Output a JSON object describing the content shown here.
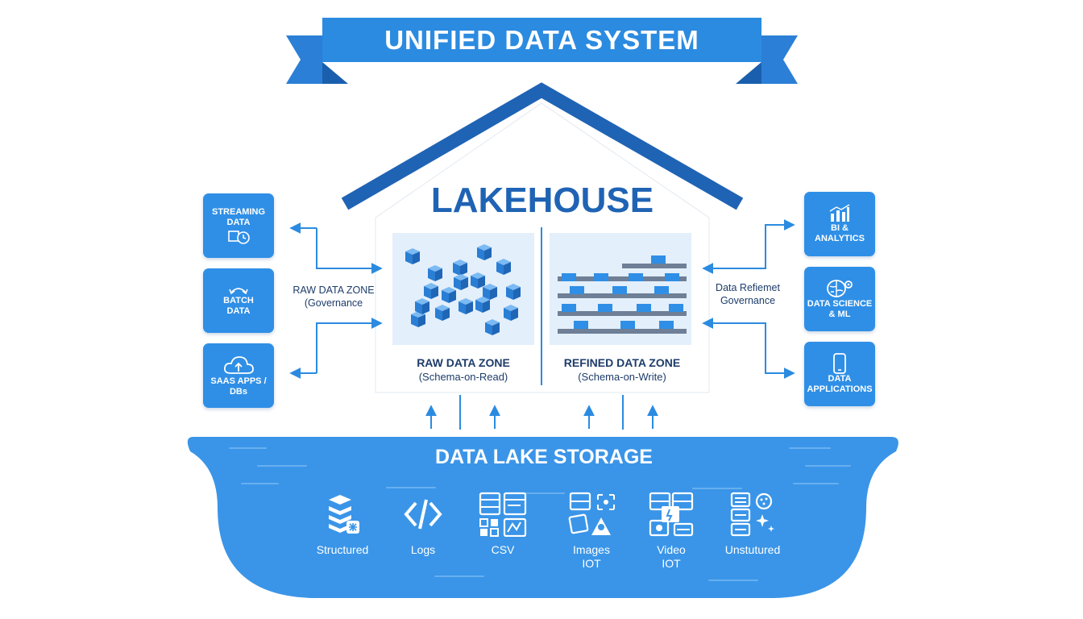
{
  "banner": {
    "title": "UNIFIED DATA SYSTEM"
  },
  "lakehouse": {
    "title": "LAKEHOUSE",
    "raw_zone": {
      "title": "RAW DATA ZONE",
      "subtitle": "(Schema-on-Read)"
    },
    "refined_zone": {
      "title": "REFINED DATA ZONE",
      "subtitle": "(Schema-on-Write)"
    }
  },
  "left_annotation": {
    "line1": "RAW DATA ZONE",
    "line2": "(Governance"
  },
  "right_annotation": {
    "line1": "Data Refiemet",
    "line2": "Governance"
  },
  "sources": [
    {
      "line1": "STREAMING",
      "line2": "DATA",
      "icon": "streaming-clock-icon"
    },
    {
      "line1": "BATCH",
      "line2": "DATA",
      "icon": "batch-cycle-icon"
    },
    {
      "line1": "SAAS APPS /",
      "line2": "DBs",
      "icon": "cloud-upload-icon"
    }
  ],
  "consumers": [
    {
      "line1": "BI &",
      "line2": "ANALYTICS",
      "icon": "bar-chart-icon"
    },
    {
      "line1": "DATA SCIENCE",
      "line2": "& ML",
      "icon": "brain-gear-icon"
    },
    {
      "line1": "DATA",
      "line2": "APPLICATIONS",
      "icon": "smartphone-icon"
    }
  ],
  "storage": {
    "title": "DATA LAKE STORAGE",
    "items": [
      {
        "line1": "Structured",
        "line2": "",
        "icon": "layers-icon"
      },
      {
        "line1": "Logs",
        "line2": "",
        "icon": "code-icon"
      },
      {
        "line1": "CSV",
        "line2": "",
        "icon": "csv-grid-icon"
      },
      {
        "line1": "Images",
        "line2": "IOT",
        "icon": "images-icon"
      },
      {
        "line1": "Video",
        "line2": "IOT",
        "icon": "video-icon"
      },
      {
        "line1": "Unstutured",
        "line2": "",
        "icon": "unstructured-icon"
      }
    ]
  },
  "colors": {
    "primary": "#2b8be0",
    "dark_blue": "#1f63b4",
    "tile": "#2f8fe6",
    "lake": "#3a95e8",
    "panel": "#e3effb"
  }
}
